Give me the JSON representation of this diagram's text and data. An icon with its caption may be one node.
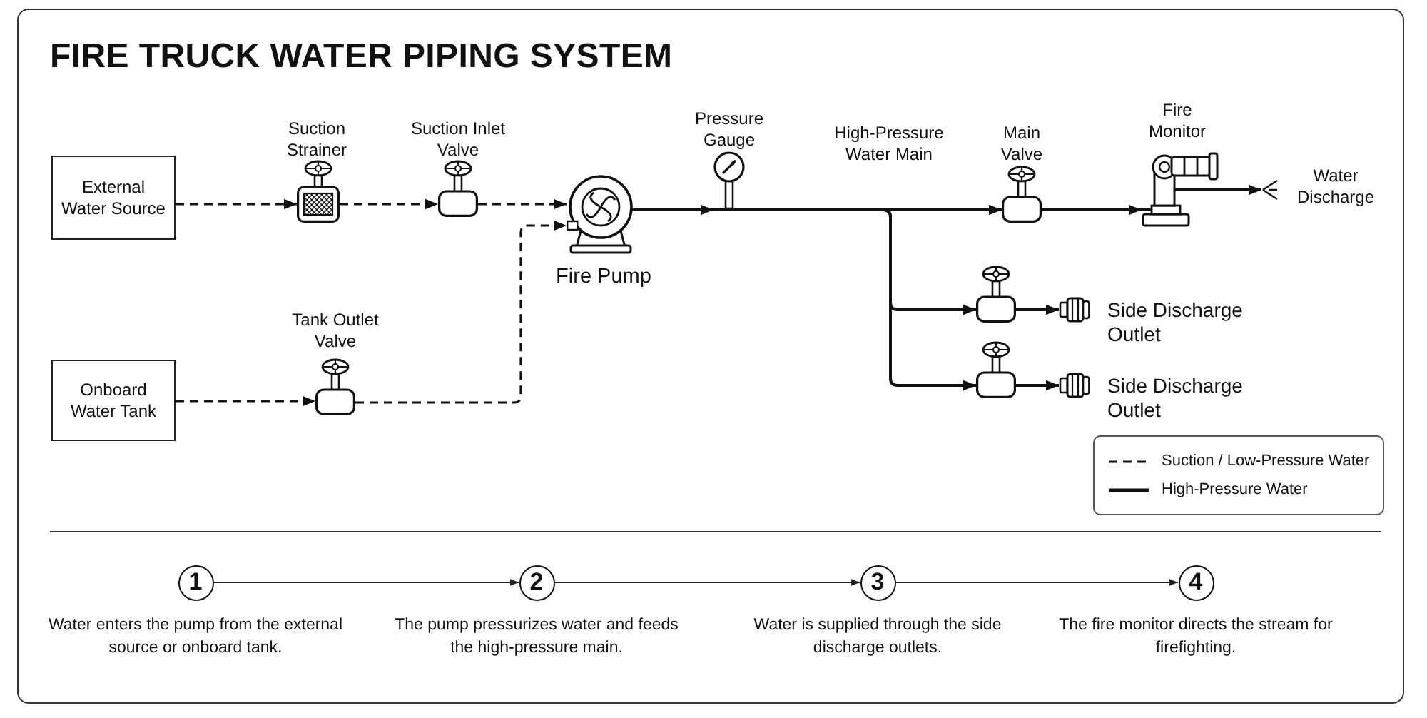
{
  "diagram": {
    "title": "FIRE TRUCK WATER PIPING SYSTEM",
    "nodes": [
      {
        "text": [
          "External Water Source"
        ]
      },
      {
        "text": [],
        "shape": "picture",
        "beside": [
          "Suction Strainer"
        ]
      },
      {
        "text": [],
        "shape": "picture",
        "beside": [
          "Suction Inlet Valve"
        ]
      },
      {
        "text": [],
        "shape": "picture",
        "beside": [
          "Fire Pump"
        ]
      },
      {
        "text": [],
        "shape": "picture",
        "beside": [
          "Pressure Gauge"
        ]
      },
      {
        "text": [],
        "shape": "picture",
        "beside": [
          "Main Valve"
        ]
      },
      {
        "text": [],
        "shape": "picture",
        "beside": [
          "Fire Monitor"
        ]
      },
      {
        "text": [
          "Water Discharge"
        ]
      },
      {
        "text": [],
        "shape": "picture"
      },
      {
        "text": [],
        "shape": "picture",
        "beside": [
          "Side Discharge Outlet"
        ]
      },
      {
        "text": [
          "Onboard Water Tank"
        ]
      },
      {
        "text": [],
        "shape": "picture",
        "beside": [
          "Tank Outlet Valve"
        ]
      },
      {
        "text": [],
        "shape": "picture"
      },
      {
        "text": [],
        "shape": "picture",
        "beside": [
          "Side Discharge Outlet"
        ]
      },
      {
        "text": [
          "1"
        ],
        "beside": [
          "Water enters the pump from the external source or onboard tank."
        ]
      },
      {
        "text": [
          "2"
        ],
        "beside": [
          "The pump pressurizes water and feeds the high-pressure main."
        ]
      },
      {
        "text": [
          "3"
        ],
        "beside": [
          "Water is supplied through the side discharge outlets."
        ]
      },
      {
        "text": [
          "4"
        ],
        "beside": [
          "The fire monitor directs the stream for firefighting."
        ]
      }
    ],
    "edges": [
      {
        "from": 0,
        "to": 1,
        "arrow": "to",
        "style": "dashed"
      },
      {
        "from": 1,
        "to": 2,
        "arrow": "to",
        "style": "dashed"
      },
      {
        "from": 2,
        "to": 3,
        "arrow": "to",
        "style": "dashed"
      },
      {
        "from": 10,
        "to": 11,
        "arrow": "to",
        "style": "dashed"
      },
      {
        "from": 11,
        "to": 3,
        "arrow": "to",
        "style": "dashed"
      },
      {
        "from": 3,
        "to": 4,
        "arrow": "to"
      },
      {
        "from": 4,
        "to": 5,
        "arrow": "to"
      },
      {
        "from": 5,
        "to": 6,
        "arrow": "to"
      },
      {
        "from": 6,
        "to": 7,
        "arrow": "to"
      },
      {
        "from": 4,
        "to": 8,
        "arrow": "to"
      },
      {
        "from": 8,
        "to": 9,
        "arrow": "to"
      },
      {
        "from": 4,
        "to": 12,
        "arrow": "to"
      },
      {
        "from": 12,
        "to": 13,
        "arrow": "to"
      },
      {
        "from": 14,
        "to": 15,
        "arrow": "to"
      },
      {
        "from": 15,
        "to": 16,
        "arrow": "to"
      },
      {
        "from": 16,
        "to": 17,
        "arrow": "to"
      }
    ],
    "labels": [
      "High-Pressure Water Main"
    ],
    "legend": [
      {
        "text": "Suction / Low-Pressure Water"
      },
      {
        "text": "High-Pressure Water"
      }
    ]
  }
}
